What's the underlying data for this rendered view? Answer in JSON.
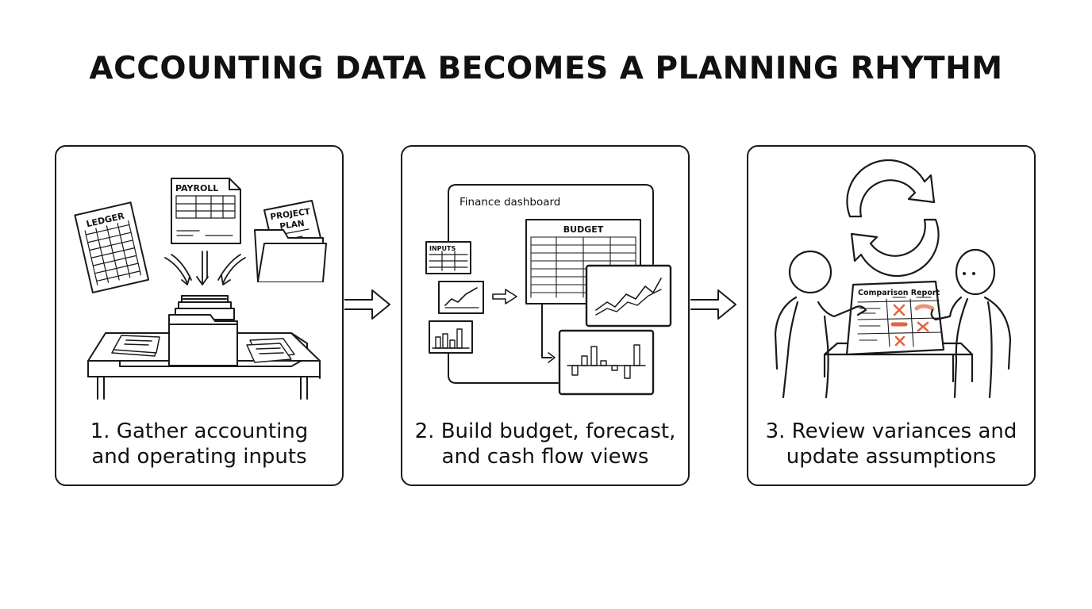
{
  "title": "ACCOUNTING DATA BECOMES A PLANNING RHYTHM",
  "steps": [
    {
      "caption_line1": "1. Gather accounting",
      "caption_line2": "and operating inputs",
      "labels": {
        "ledger": "LEDGER",
        "payroll": "PAYROLL",
        "project_line1": "PROJECT",
        "project_line2": "PLAN"
      }
    },
    {
      "caption_line1": "2. Build budget, forecast,",
      "caption_line2": "and cash flow views",
      "labels": {
        "dashboard": "Finance dashboard",
        "budget": "BUDGET",
        "inputs": "INPUTS"
      }
    },
    {
      "caption_line1": "3. Review variances and",
      "caption_line2": "update assumptions",
      "labels": {
        "report": "Comparison Report"
      }
    }
  ],
  "colors": {
    "stroke": "#1a1a1a",
    "accent": "#e0663a"
  }
}
